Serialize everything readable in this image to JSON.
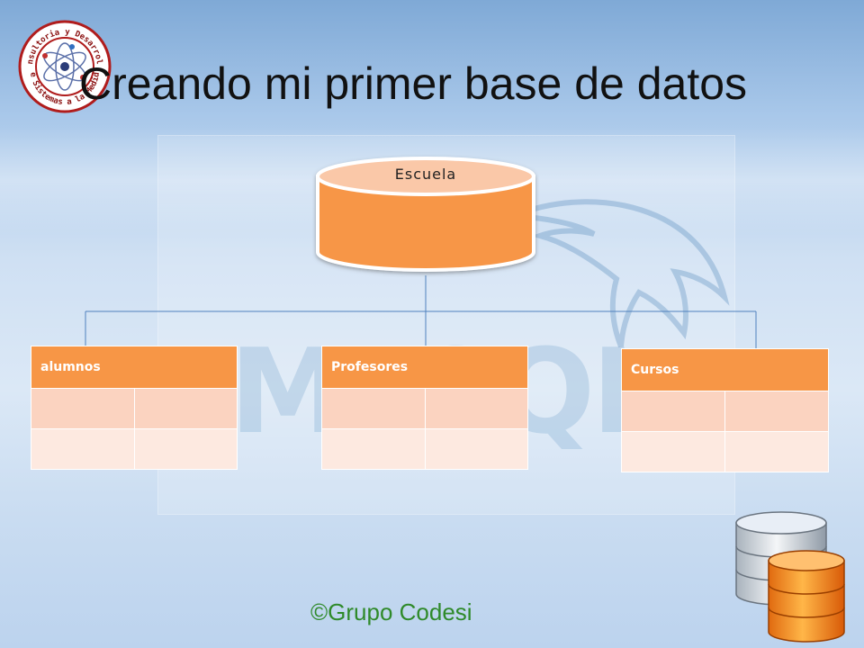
{
  "slide": {
    "title": "Creando mi primer base de datos",
    "footer": "©Grupo Codesi"
  },
  "logo": {
    "top_text": "Consultoria y Desarrollo",
    "bottom_text": "de Sistemas a la Medida"
  },
  "background": {
    "watermark_text": "MySQL"
  },
  "database": {
    "name": "Escuela"
  },
  "tables": [
    {
      "name": "alumnos"
    },
    {
      "name": "Profesores"
    },
    {
      "name": "Cursos"
    }
  ],
  "colors": {
    "accent_orange": "#f79646",
    "row_light": "#fbd3c0",
    "row_lighter": "#fde9e0",
    "footer_green": "#2f8a2a",
    "connector_blue": "#4f81bd"
  },
  "icons": {
    "seal": "consulting-seal-icon",
    "database_stack": "database-stack-icon"
  }
}
